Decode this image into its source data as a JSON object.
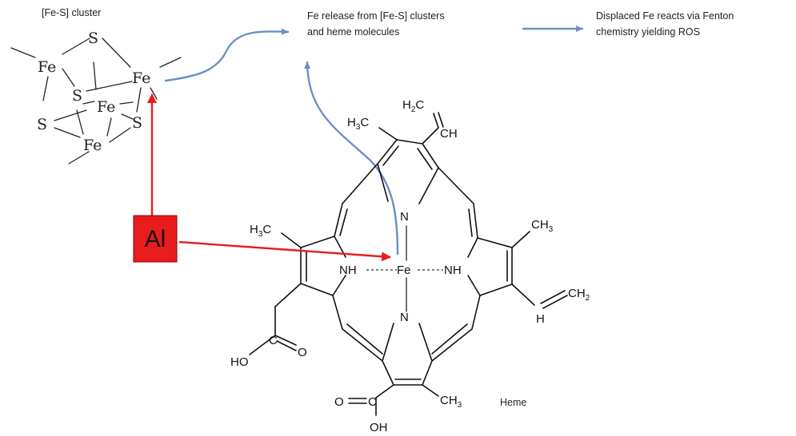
{
  "labels": {
    "cluster_title": "[Fe-S] cluster",
    "release_line1": "Fe release from [Fe-S] clusters",
    "release_line2": "and heme molecules",
    "fenton_line1": "Displaced Fe reacts via Fenton",
    "fenton_line2": "chemistry yielding ROS",
    "heme": "Heme",
    "al": "Al"
  },
  "cluster_atoms": {
    "s_top": "S",
    "fe_left": "Fe",
    "fe_right": "Fe",
    "s_mid": "S",
    "fe_mid": "Fe",
    "s_left": "S",
    "s_right": "S",
    "fe_bottom": "Fe"
  },
  "heme_atoms": {
    "n_top": "N",
    "n_bottom": "N",
    "nh_left": "NH",
    "nh_right": "NH",
    "fe_center": "Fe",
    "h3c_top_main": "H",
    "h3c_top_sub": "3",
    "h3c_top_c": "C",
    "h2c_main": "H",
    "h2c_sub": "2",
    "h2c_c": "C",
    "ch_vinyl_top": "CH",
    "h3c_left_main": "H",
    "h3c_left_sub": "3",
    "h3c_left_c": "C",
    "ch3_right_main": "CH",
    "ch3_right_sub": "3",
    "ch2_right_main": "CH",
    "ch2_right_sub": "2",
    "h_vinyl_right": "H",
    "ch3_bottom_main": "CH",
    "ch3_bottom_sub": "3",
    "ho_left": "HO",
    "o_left": "O",
    "c_left": "C",
    "o_bottom": "O",
    "c_bottom": "C",
    "oh_bottom": "OH"
  },
  "colors": {
    "arrow_blue": "#6b8fc8",
    "al_fill": "#e81c1c",
    "al_arrow": "#e81c1c"
  }
}
